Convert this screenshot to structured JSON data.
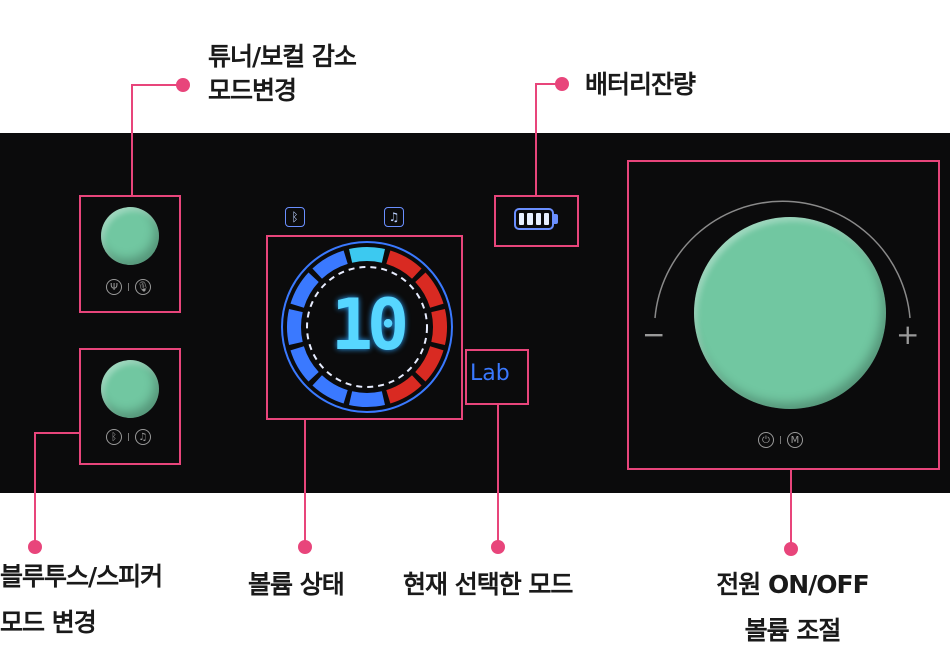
{
  "labels": {
    "tuner_line1": "튜너/보컬 감소",
    "tuner_line2": "모드변경",
    "battery": "배터리잔량",
    "bt_line1": "블루투스/스피커",
    "bt_line2": "모드 변경",
    "volume_state": "볼륨 상태",
    "current_mode": "현재 선택한 모드",
    "power_line1": "전원 ON/OFF",
    "power_line2": "볼륨 조절"
  },
  "display": {
    "volume_value": "10",
    "mode_text": "Lab",
    "minus": "−",
    "plus": "+"
  },
  "colors": {
    "accent": "#e8457b",
    "knob": "#71c7a1",
    "panel": "#0b0b0c",
    "blue": "#3a79ff",
    "red": "#d92a22",
    "cyan": "#3cc9f0"
  },
  "icons": {
    "tuner": "tuning-fork-icon",
    "vocal": "microphone-icon",
    "bluetooth": "bluetooth-icon",
    "music": "music-note-icon",
    "power": "power-icon",
    "mode": "m-icon"
  }
}
